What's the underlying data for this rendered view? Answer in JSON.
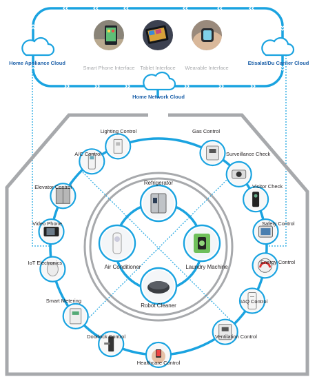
{
  "clouds": {
    "home_appliance": "Home Appliance Cloud",
    "carrier": "Etisalat/Du Carrier Cloud",
    "home_network": "Home Network Cloud"
  },
  "interfaces": [
    {
      "label": "Smart Phone Interface"
    },
    {
      "label": "Tablet Interface"
    },
    {
      "label": "Wearable Interface"
    }
  ],
  "outer_nodes": [
    {
      "label": "Lighting Control",
      "icon": "light-switch-icon"
    },
    {
      "label": "Gas Control",
      "icon": "gas-meter-icon"
    },
    {
      "label": "Surveillance Check",
      "icon": "camera-icon"
    },
    {
      "label": "Visitor Check",
      "icon": "intercom-icon"
    },
    {
      "label": "Safety Control",
      "icon": "safety-panel-icon"
    },
    {
      "label": "Energy Control",
      "icon": "energy-gauge-icon"
    },
    {
      "label": "IAQ Control",
      "icon": "air-purifier-icon"
    },
    {
      "label": "Ventilation Control",
      "icon": "ventilation-icon"
    },
    {
      "label": "Healthcare Control",
      "icon": "health-monitor-icon"
    },
    {
      "label": "Doorlock Control",
      "icon": "doorlock-icon"
    },
    {
      "label": "Smart Metering",
      "icon": "smart-meter-icon"
    },
    {
      "label": "IoT Electronics",
      "icon": "smart-speaker-icon"
    },
    {
      "label": "Video Phone",
      "icon": "video-phone-icon"
    },
    {
      "label": "Elevator Control",
      "icon": "elevator-icon"
    },
    {
      "label": "A/C Control",
      "icon": "ac-remote-icon"
    }
  ],
  "inner_nodes": [
    {
      "label": "Refrigerator",
      "icon": "refrigerator-icon"
    },
    {
      "label": "Laundry Machine",
      "icon": "washing-machine-icon"
    },
    {
      "label": "Robot Cleaner",
      "icon": "robot-vacuum-icon"
    },
    {
      "label": "Air Conditioner",
      "icon": "air-conditioner-icon"
    }
  ],
  "colors": {
    "accent": "#1aa3e0",
    "label_blue": "#1b5fa8",
    "house": "#a7a9ac",
    "text": "#231f20"
  }
}
